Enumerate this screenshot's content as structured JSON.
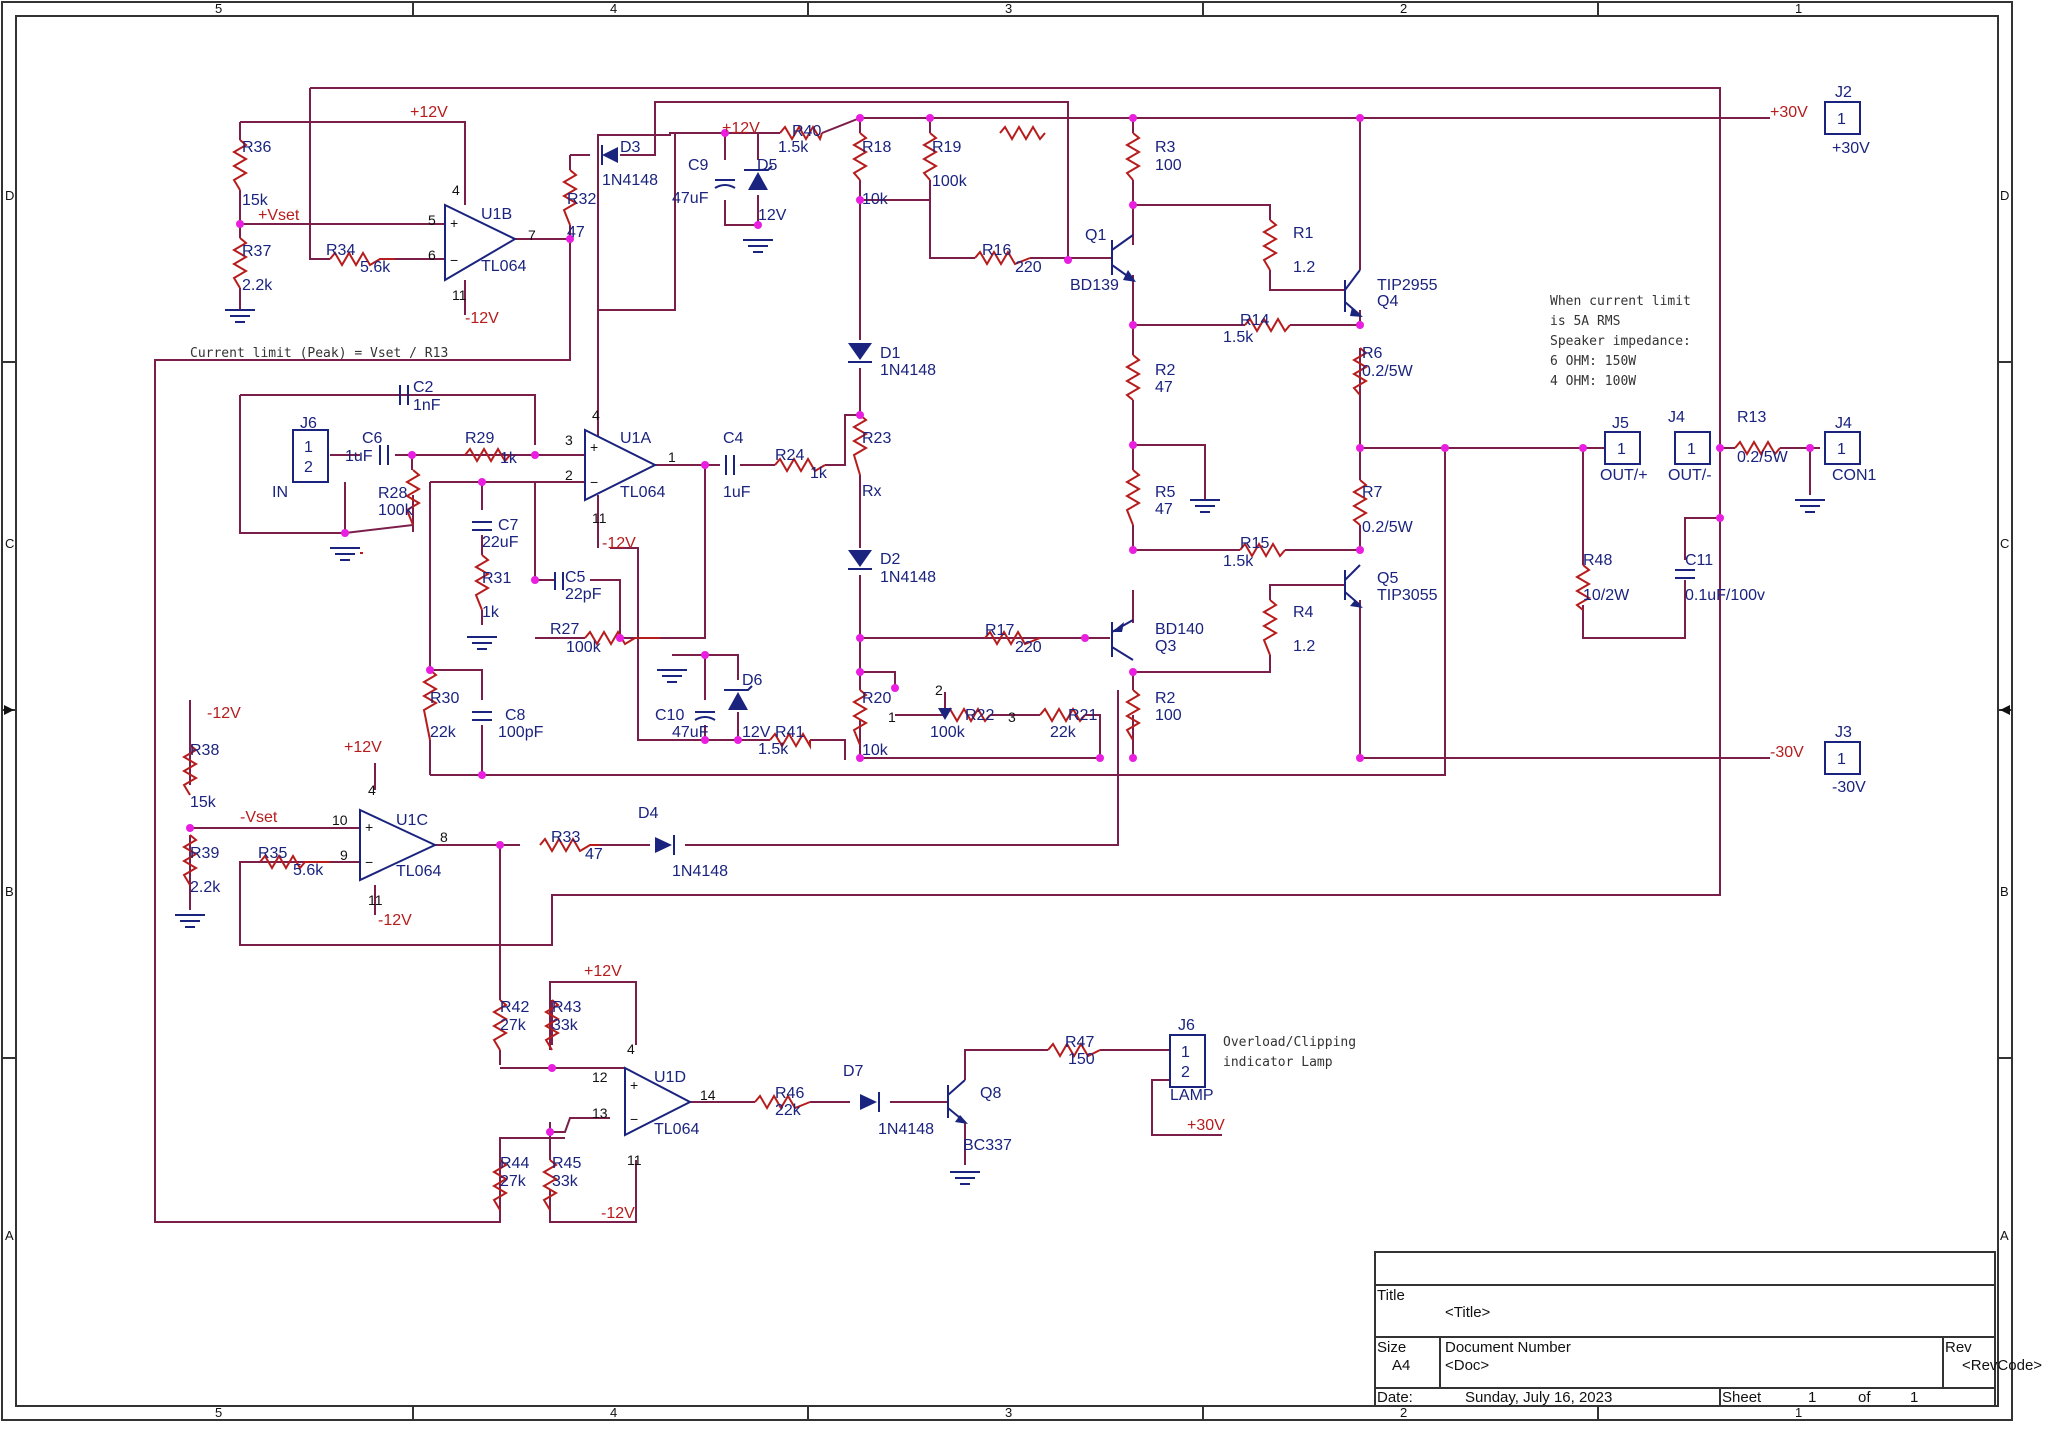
{
  "zones": {
    "columns": [
      "5",
      "4",
      "3",
      "2",
      "1"
    ],
    "rows": [
      "D",
      "C",
      "B",
      "A"
    ]
  },
  "components": {
    "R36": {
      "ref": "R36",
      "value": "15k"
    },
    "R37": {
      "ref": "R37",
      "value": "2.2k"
    },
    "R34": {
      "ref": "R34",
      "value": "5.6k"
    },
    "R32": {
      "ref": "R32",
      "value": "47"
    },
    "R40": {
      "ref": "R40",
      "value": "1.5k"
    },
    "R18": {
      "ref": "R18",
      "value": "10k"
    },
    "R19": {
      "ref": "R19",
      "value": "100k"
    },
    "R16": {
      "ref": "R16",
      "value": "220"
    },
    "R3": {
      "ref": "R3",
      "value": "100"
    },
    "R1": {
      "ref": "R1",
      "value": "1.2"
    },
    "R14": {
      "ref": "R14",
      "value": "1.5k"
    },
    "R6": {
      "ref": "R6",
      "value": "0.2/5W"
    },
    "R2a": {
      "ref": "R2",
      "value": "47"
    },
    "R5": {
      "ref": "R5",
      "value": "47"
    },
    "R7": {
      "ref": "R7",
      "value": "0.2/5W"
    },
    "R15": {
      "ref": "R15",
      "value": "1.5k"
    },
    "R4": {
      "ref": "R4",
      "value": "1.2"
    },
    "R2b": {
      "ref": "R2",
      "value": "100"
    },
    "R29": {
      "ref": "R29",
      "value": "1k"
    },
    "R28": {
      "ref": "R28",
      "value": "100k"
    },
    "R31": {
      "ref": "R31",
      "value": "1k"
    },
    "R27": {
      "ref": "R27",
      "value": "100k"
    },
    "R30": {
      "ref": "R30",
      "value": "22k"
    },
    "R23": {
      "ref": "R23",
      "value": "Rx"
    },
    "R24": {
      "ref": "R24",
      "value": "1k"
    },
    "R17": {
      "ref": "R17",
      "value": "220"
    },
    "R20": {
      "ref": "R20",
      "value": "10k"
    },
    "R22": {
      "ref": "R22",
      "value": "100k"
    },
    "R21": {
      "ref": "R21",
      "value": "22k"
    },
    "R41": {
      "ref": "R41",
      "value": "1.5k"
    },
    "R38": {
      "ref": "R38",
      "value": "15k"
    },
    "R39": {
      "ref": "R39",
      "value": "2.2k"
    },
    "R35": {
      "ref": "R35",
      "value": "5.6k"
    },
    "R33": {
      "ref": "R33",
      "value": "47"
    },
    "R42": {
      "ref": "R42",
      "value": "27k"
    },
    "R43": {
      "ref": "R43",
      "value": "33k"
    },
    "R44": {
      "ref": "R44",
      "value": "27k"
    },
    "R45": {
      "ref": "R45",
      "value": "33k"
    },
    "R46": {
      "ref": "R46",
      "value": "22k"
    },
    "R47": {
      "ref": "R47",
      "value": "150"
    },
    "R48": {
      "ref": "R48",
      "value": "10/2W"
    },
    "R13": {
      "ref": "R13",
      "value": "0.2/5W"
    },
    "C2": {
      "ref": "C2",
      "value": "1nF"
    },
    "C6": {
      "ref": "C6",
      "value": "1uF"
    },
    "C7": {
      "ref": "C7",
      "value": "22uF"
    },
    "C5": {
      "ref": "C5",
      "value": "22pF"
    },
    "C8": {
      "ref": "C8",
      "value": "100pF"
    },
    "C4": {
      "ref": "C4",
      "value": "1uF"
    },
    "C9": {
      "ref": "C9",
      "value": "47uF"
    },
    "C10": {
      "ref": "C10",
      "value": "47uF"
    },
    "C11": {
      "ref": "C11",
      "value": "0.1uF/100v"
    },
    "D1": {
      "ref": "D1",
      "value": "1N4148"
    },
    "D2": {
      "ref": "D2",
      "value": "1N4148"
    },
    "D3": {
      "ref": "D3",
      "value": "1N4148"
    },
    "D4": {
      "ref": "D4",
      "value": "1N4148"
    },
    "D5": {
      "ref": "D5",
      "value": "12V"
    },
    "D6": {
      "ref": "D6",
      "value": "12V"
    },
    "D7": {
      "ref": "D7",
      "value": "1N4148"
    },
    "Q1": {
      "ref": "Q1",
      "value": "BD139"
    },
    "Q3": {
      "ref": "Q3",
      "value": "BD140"
    },
    "Q4": {
      "ref": "Q4",
      "value": "TIP2955"
    },
    "Q5": {
      "ref": "Q5",
      "value": "TIP3055"
    },
    "Q8": {
      "ref": "Q8",
      "value": "BC337"
    },
    "U1A": {
      "ref": "U1A",
      "value": "TL064"
    },
    "U1B": {
      "ref": "U1B",
      "value": "TL064"
    },
    "U1C": {
      "ref": "U1C",
      "value": "TL064"
    },
    "U1D": {
      "ref": "U1D",
      "value": "TL064"
    },
    "J6in": {
      "ref": "J6",
      "value": "IN"
    },
    "J6lamp": {
      "ref": "J6",
      "value": "LAMP"
    },
    "J2": {
      "ref": "J2",
      "value": "+30V"
    },
    "J3": {
      "ref": "J3",
      "value": "-30V"
    },
    "J5": {
      "ref": "J5",
      "value": "OUT/+"
    },
    "J4a": {
      "ref": "J4",
      "value": "OUT/-"
    },
    "J4b": {
      "ref": "J4",
      "value": "CON1"
    }
  },
  "nets": {
    "p12": "+12V",
    "m12": "-12V",
    "p30": "+30V",
    "m30": "-30V",
    "pvset": "+Vset",
    "mvset": "-Vset"
  },
  "pins": [
    "1",
    "2",
    "3",
    "4",
    "5",
    "6",
    "7",
    "8",
    "9",
    "10",
    "11",
    "12",
    "13",
    "14"
  ],
  "notes": {
    "current_limit": "Current limit (Peak) = Vset / R13",
    "spec": [
      "When current limit",
      "is 5A RMS",
      "Speaker impedance:",
      "6 OHM: 150W",
      "4 OHM: 100W"
    ],
    "lamp": [
      "Overload/Clipping",
      "indicator Lamp"
    ]
  },
  "title_block": {
    "title_label": "Title",
    "title_value": "<Title>",
    "size_label": "Size",
    "size_value": "A4",
    "doc_label": "Document Number",
    "doc_value": "<Doc>",
    "rev_label": "Rev",
    "rev_value": "<RevCode>",
    "date_label": "Date:",
    "date_value": "Sunday, July 16, 2023",
    "sheet_label": "Sheet",
    "sheet_value": "1",
    "of_label": "of",
    "of_value": "1"
  },
  "colors": {
    "wire": "#7b1f4a",
    "symbol": "#1a237e",
    "resistor": "#b71c1c",
    "junction": "#e91ee0",
    "net_label": "#b71c1c"
  }
}
